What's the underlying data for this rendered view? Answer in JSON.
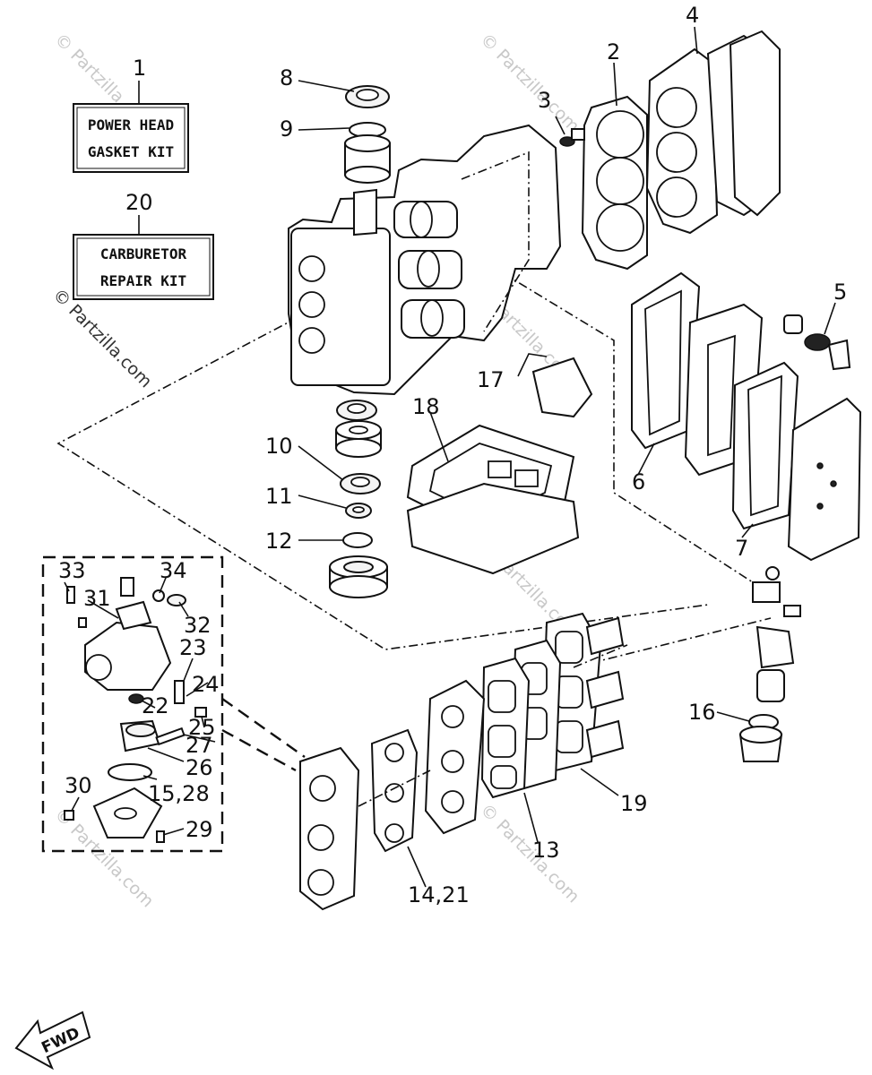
{
  "kits": [
    {
      "number": "1",
      "line1": "POWER HEAD",
      "line2": "GASKET KIT"
    },
    {
      "number": "20",
      "line1": "CARBURETOR",
      "line2": "REPAIR KIT"
    }
  ],
  "callouts": {
    "c2": "2",
    "c3": "3",
    "c4": "4",
    "c5": "5",
    "c6": "6",
    "c7": "7",
    "c8": "8",
    "c9": "9",
    "c10": "10",
    "c11": "11",
    "c12": "12",
    "c13": "13",
    "c14_21": "14,21",
    "c15_28": "15,28",
    "c16": "16",
    "c17": "17",
    "c18": "18",
    "c19": "19",
    "c22": "22",
    "c23": "23",
    "c24": "24",
    "c25": "25",
    "c26": "26",
    "c27": "27",
    "c29": "29",
    "c30": "30",
    "c31": "31",
    "c32": "32",
    "c33": "33",
    "c34": "34"
  },
  "watermark": "© Partzilla.com",
  "fwd_label": "FWD",
  "icons": {
    "direction": "fwd-arrow-icon"
  }
}
